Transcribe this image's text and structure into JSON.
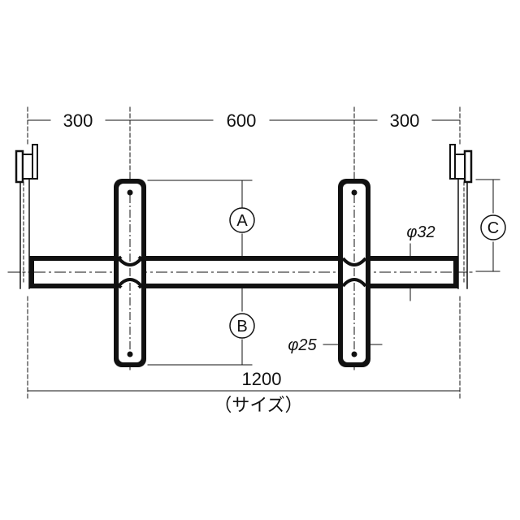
{
  "dimensions": {
    "left_span": "300",
    "center_span": "600",
    "right_span": "300",
    "overall_width": "1200",
    "overall_caption": "（サイズ）"
  },
  "callouts": {
    "upper_height": "A",
    "lower_height": "B",
    "bracket_offset": "C"
  },
  "diameters": {
    "bar": "φ32",
    "grip": "φ25"
  }
}
